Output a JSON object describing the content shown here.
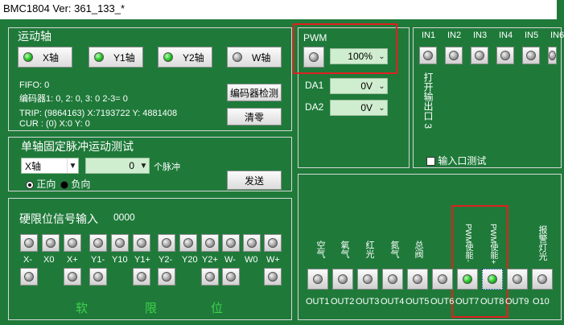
{
  "window": {
    "title": "BMC1804 Ver: 361_133_*"
  },
  "motion": {
    "title": "运动轴",
    "axes": [
      {
        "label": "X轴",
        "led": "green"
      },
      {
        "label": "Y1轴",
        "led": "green"
      },
      {
        "label": "Y2轴",
        "led": "green"
      },
      {
        "label": "W轴",
        "led": "gray"
      }
    ],
    "fifo": "FIFO: 0",
    "encoder": "编码器1: 0, 2: 0, 3: 0 2-3= 0",
    "trip": "TRIP: (9864163) X:7193722 Y: 4881408",
    "cur": "CUR : (0) X:0 Y: 0",
    "encoder_check_label": "编码器检测",
    "clear_label": "清零"
  },
  "single_axis": {
    "title": "单轴固定脉冲运动测试",
    "axis_value": "X轴",
    "pulse_value": "0",
    "pulse_unit": "个脉冲",
    "dir_forward": "正向",
    "dir_reverse": "负向",
    "send_label": "发送"
  },
  "hard_limit": {
    "title": "硬限位信号输入",
    "value": "0000",
    "labels": [
      "X-",
      "X0",
      "X+",
      "Y1-",
      "Y10",
      "Y1+",
      "Y2-",
      "Y20",
      "Y2+",
      "W-",
      "W0",
      "W+"
    ],
    "soft_limit": [
      "软",
      "限",
      "位"
    ]
  },
  "pwm": {
    "title": "PWM",
    "value": "100%",
    "da1_label": "DA1",
    "da1_value": "0V",
    "da2_label": "DA2",
    "da2_value": "0V"
  },
  "inputs": {
    "labels": [
      "IN1",
      "IN2",
      "IN3",
      "IN4",
      "IN5",
      "IN6"
    ],
    "vertical_title": "打开输出口 3",
    "test_label": "输入口测试"
  },
  "outputs": {
    "vlabels": [
      "空气",
      "氧气",
      "红光",
      "氮气",
      "总阀",
      "",
      "PWM使能-",
      "PWM使能+",
      "",
      "报警灯光"
    ],
    "labels": [
      "OUT1",
      "OUT2",
      "OUT3",
      "OUT4",
      "OUT5",
      "OUT6",
      "OUT7",
      "OUT8",
      "OUT9",
      "O10"
    ],
    "leds": [
      "gray",
      "gray",
      "gray",
      "gray",
      "gray",
      "gray",
      "green",
      "green",
      "gray",
      "gray"
    ]
  }
}
